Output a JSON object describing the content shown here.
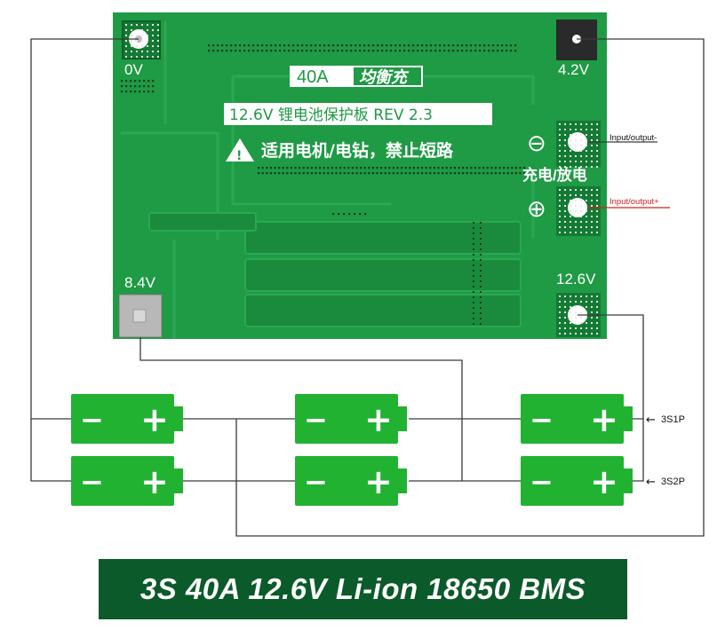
{
  "board": {
    "title_current": "40A",
    "title_function": "均衡充",
    "subtitle": "12.6V 锂电池保护板 REV 2.3",
    "warning_icon_glyph": "!",
    "warning_text": "适用电机/电钻，禁止短路",
    "charge_discharge": "充电/放电",
    "colors": {
      "pcb": "#1f9a45",
      "pcb_dark": "#137a33",
      "pcb_trace": "#2aa852"
    }
  },
  "pads": {
    "p0v": "0V",
    "p42v": "4.2V",
    "p84v": "8.4V",
    "p126v": "12.6V",
    "minus_symbol": "⊖",
    "plus_symbol": "⊕"
  },
  "io": {
    "negative": "Input/output-",
    "positive": "Input/output+",
    "positive_color": "#d62020"
  },
  "batteries": {
    "minus": "−",
    "plus": "+",
    "color": "#22b232"
  },
  "series_labels": {
    "s1": "3S1P",
    "s2": "3S2P",
    "arrow": "←"
  },
  "banner": {
    "text": "3S 40A 12.6V Li-ion 18650 BMS",
    "color": "#0b5a2a"
  }
}
